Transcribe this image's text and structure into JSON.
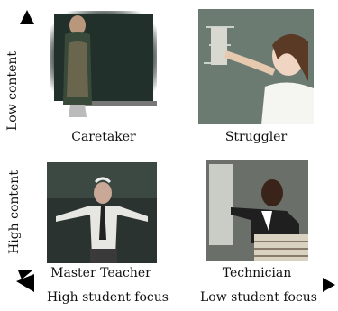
{
  "quadrants": [
    {
      "label": "Caretaker"
    },
    {
      "label": "Struggler"
    },
    {
      "label": "Master Teacher"
    },
    {
      "label": "Technician"
    }
  ],
  "axes": {
    "y_top_label": "Low content",
    "y_bottom_label": "High content",
    "x_left_label": "High student focus",
    "x_right_label": "Low student focus"
  }
}
